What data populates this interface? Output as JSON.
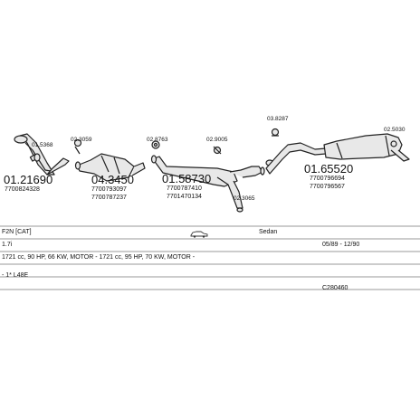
{
  "diagram": {
    "parts": [
      {
        "id": "p1",
        "main": "01.21690",
        "refs": [
          "7700824328"
        ],
        "small": "01.5368"
      },
      {
        "id": "p2",
        "main": "04.3450",
        "refs": [
          "7700793097",
          "7700787237"
        ],
        "small": "02.3059"
      },
      {
        "id": "p3",
        "main": "01.58730",
        "refs": [
          "7700787410",
          "7701470134"
        ],
        "small": "02.8763"
      },
      {
        "id": "p4",
        "main": "",
        "refs": [],
        "small": "02.9005"
      },
      {
        "id": "p5",
        "main": "",
        "refs": [],
        "small": "02.3065"
      },
      {
        "id": "p6",
        "main": "",
        "refs": [],
        "small": "03.8287"
      },
      {
        "id": "p7",
        "main": "01.65520",
        "refs": [
          "7700796694",
          "7700796567"
        ],
        "small": ""
      },
      {
        "id": "p8",
        "main": "",
        "refs": [],
        "small": "02.5030"
      }
    ]
  },
  "info": {
    "engine": "F2N  [CAT]",
    "body": "Sedan",
    "displacement": "1.7i",
    "dates": "05/89 - 12/90",
    "power": "1721 cc, 90 HP, 66 KW, MOTOR - 1721 cc, 95 HP, 70 KW, MOTOR -",
    "note": "- 1* L48E",
    "code": "C280460"
  },
  "colors": {
    "line": "#444444",
    "part_fill": "#e8e8e8",
    "part_stroke": "#222222"
  },
  "icons": [
    "car-icon"
  ]
}
